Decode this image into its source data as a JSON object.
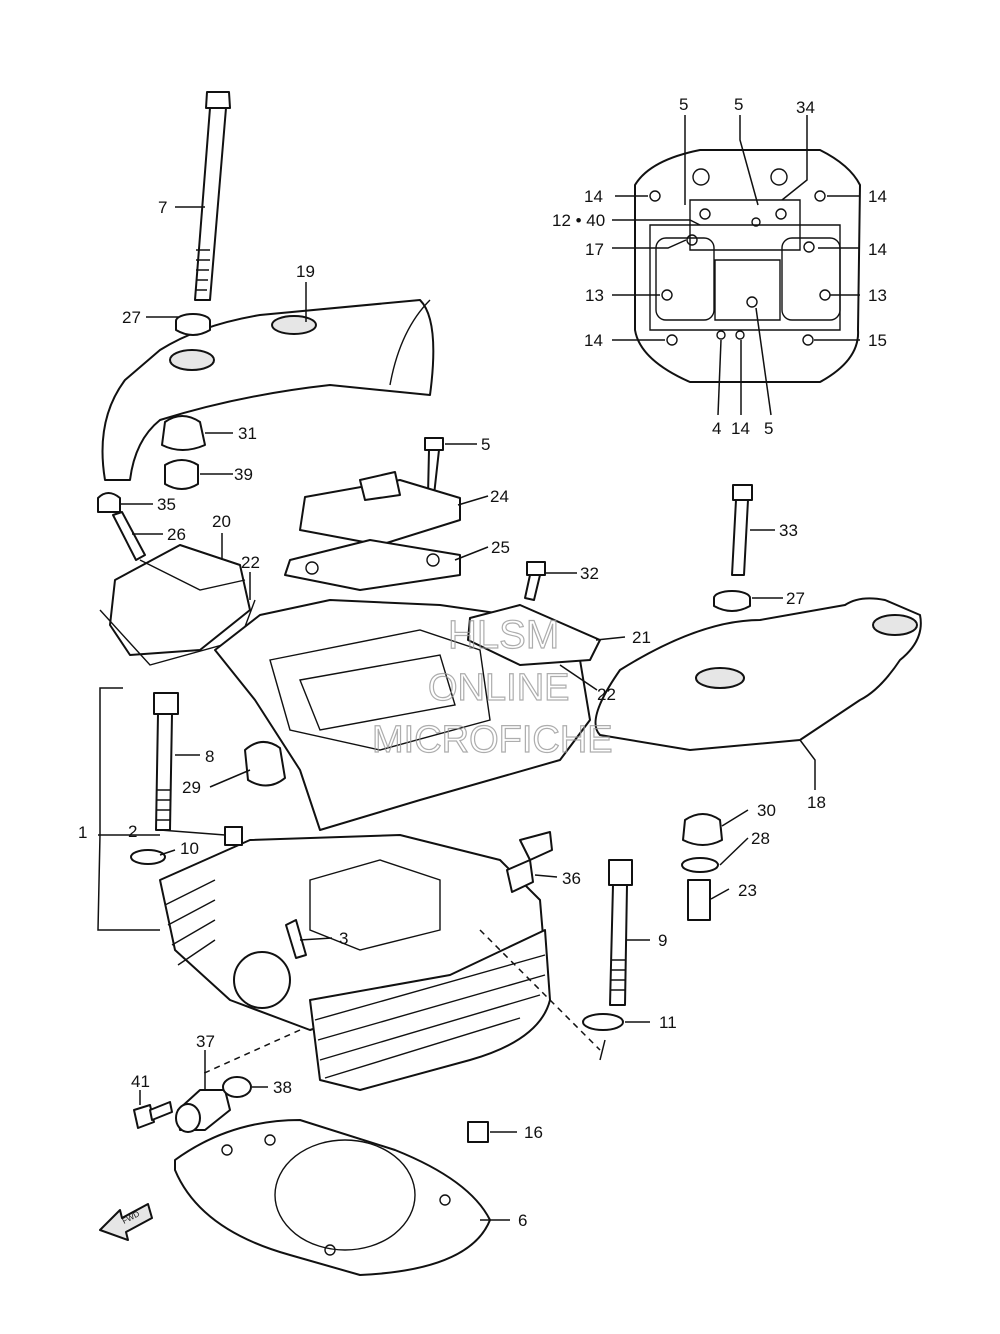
{
  "watermark": [
    "HLSM",
    "ONLINE",
    "MICROFICHE"
  ],
  "fwd_arrow_text": "FWD",
  "callouts": [
    {
      "id": "l5a",
      "text": "5"
    },
    {
      "id": "l5b",
      "text": "5"
    },
    {
      "id": "l34",
      "text": "34"
    },
    {
      "id": "l14a",
      "text": "14"
    },
    {
      "id": "l14b",
      "text": "14"
    },
    {
      "id": "l1240",
      "text": "12 • 40"
    },
    {
      "id": "l17",
      "text": "17"
    },
    {
      "id": "l14c",
      "text": "14"
    },
    {
      "id": "l13a",
      "text": "13"
    },
    {
      "id": "l13b",
      "text": "13"
    },
    {
      "id": "l14d",
      "text": "14"
    },
    {
      "id": "l15",
      "text": "15"
    },
    {
      "id": "l4",
      "text": "4"
    },
    {
      "id": "l14e",
      "text": "14"
    },
    {
      "id": "l5c",
      "text": "5"
    },
    {
      "id": "l7",
      "text": "7"
    },
    {
      "id": "l19",
      "text": "19"
    },
    {
      "id": "l27a",
      "text": "27"
    },
    {
      "id": "l31",
      "text": "31"
    },
    {
      "id": "l39",
      "text": "39"
    },
    {
      "id": "l35",
      "text": "35"
    },
    {
      "id": "l26",
      "text": "26"
    },
    {
      "id": "l20",
      "text": "20"
    },
    {
      "id": "l22a",
      "text": "22"
    },
    {
      "id": "l5d",
      "text": "5"
    },
    {
      "id": "l24",
      "text": "24"
    },
    {
      "id": "l25",
      "text": "25"
    },
    {
      "id": "l32",
      "text": "32"
    },
    {
      "id": "l33",
      "text": "33"
    },
    {
      "id": "l27b",
      "text": "27"
    },
    {
      "id": "l21",
      "text": "21"
    },
    {
      "id": "l22b",
      "text": "22"
    },
    {
      "id": "l8",
      "text": "8"
    },
    {
      "id": "l1",
      "text": "1"
    },
    {
      "id": "l29",
      "text": "29"
    },
    {
      "id": "l2",
      "text": "2"
    },
    {
      "id": "l10",
      "text": "10"
    },
    {
      "id": "l18",
      "text": "18"
    },
    {
      "id": "l30",
      "text": "30"
    },
    {
      "id": "l28",
      "text": "28"
    },
    {
      "id": "l36",
      "text": "36"
    },
    {
      "id": "l23",
      "text": "23"
    },
    {
      "id": "l3",
      "text": "3"
    },
    {
      "id": "l9",
      "text": "9"
    },
    {
      "id": "l11",
      "text": "11"
    },
    {
      "id": "l37",
      "text": "37"
    },
    {
      "id": "l41",
      "text": "41"
    },
    {
      "id": "l38",
      "text": "38"
    },
    {
      "id": "l16",
      "text": "16"
    },
    {
      "id": "l6",
      "text": "6"
    }
  ]
}
